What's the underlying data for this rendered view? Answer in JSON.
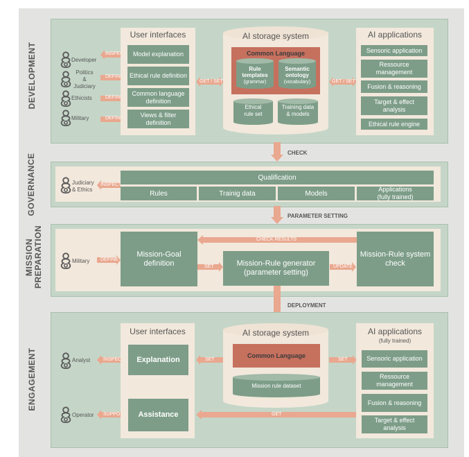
{
  "colors": {
    "band": "#c5d6c8",
    "tier": "#f2e8dc",
    "box_green": "#7d9d88",
    "red": "#c6705e",
    "arrow": "#e9a88f"
  },
  "sections": {
    "development": "DEVELOPMENT",
    "governance": "GOVERNANCE",
    "mission_preparation_1": "MISSION",
    "mission_preparation_2": "PREPARATION",
    "engagement": "ENGAGEMENT"
  },
  "development": {
    "user_interfaces_title": "User  interfaces",
    "storage_title": "AI storage system",
    "applications_title": "AI applications",
    "roles": [
      {
        "label": "Developer",
        "action": "INSPECT"
      },
      {
        "label": "Politics\n&\nJudiciary",
        "action": "DEFINE"
      },
      {
        "label": "Ethicists",
        "action": "DEFINE"
      },
      {
        "label": "Military",
        "action": "DEFINE"
      }
    ],
    "ui_boxes": [
      "Model explanation",
      "Ethical rule definition",
      "Common language\ndefinition",
      "Views & filter\ndefinition"
    ],
    "get_set_left": "GET / SET",
    "get_set_right": "GET / SET",
    "common_language": "Common Language",
    "rule_templates": "Rule\ntemplates",
    "rule_templates_sub": "(grammar)",
    "semantic_ontology": "Semantic\nontology",
    "semantic_ontology_sub": "(vocabulary)",
    "ethical_rule_set": "Ethical\nrule set",
    "training_data": "Training data\n& models",
    "applications": [
      "Sensoric application",
      "Ressource\nmanagement",
      "Fusion & reasoning",
      "Target & effect\nanalysis",
      "Ethical rule engine"
    ]
  },
  "check_label": "CHECK",
  "governance": {
    "role": "Judiciary\n& Ethics",
    "action": "INSPECT",
    "qualification": "Qualification",
    "cells": [
      "Rules",
      "Trainig data",
      "Models",
      "Applications\n(fully trained)"
    ]
  },
  "parameter_setting_label": "PARAMETER SETTING",
  "mission": {
    "role": "Military",
    "action": "DEFINE",
    "check_results": "CHECK RESULTS",
    "goal": "Mission-Goal\ndefinition",
    "set": "SET",
    "generator": "Mission-Rule generator\n(parameter setting)",
    "update": "UPDATE",
    "system_check": "Mission-Rule system\ncheck"
  },
  "deployment_label": "DEPLOYMENT",
  "engagement": {
    "user_interfaces_title": "User interfaces",
    "storage_title": "AI storage system",
    "applications_title": "AI applications",
    "applications_sub": "(fully trained)",
    "analyst": "Analyst",
    "analyst_action": "INSPECT",
    "operator": "Operator",
    "operator_action": "SUPPORT",
    "explanation": "Explanation",
    "assistance": "Assistance",
    "set_left": "SET",
    "set_right": "SET",
    "get": "GET",
    "common_language": "Common Language",
    "mission_rule_dataset": "Mission rule dataset",
    "applications": [
      "Sensoric application",
      "Ressource\nmanagement",
      "Fusion & reasoning",
      "Target & effect\nanalysis"
    ]
  }
}
